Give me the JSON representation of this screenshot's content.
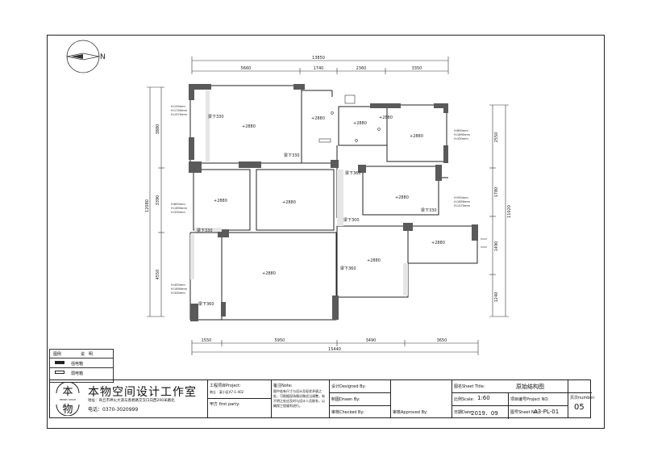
{
  "compass": {
    "label": "N"
  },
  "dimensions": {
    "top_total": "13850",
    "top_segments": [
      "5660",
      "1740",
      "2360",
      "3350"
    ],
    "left_segments": [
      "3880",
      "3390",
      "4550"
    ],
    "left_total": "12080",
    "right_segments": [
      "2550",
      "1780",
      "1490",
      "1240"
    ],
    "right_total": "11020",
    "bottom_segments": [
      "1550",
      "5950",
      "3490",
      "3650"
    ],
    "bottom_total": "15440"
  },
  "beams": [
    "梁下330",
    "梁下330",
    "梁下360",
    "梁下330",
    "梁下330",
    "梁下300",
    "梁下360",
    "梁下360"
  ],
  "ceiling_heights": [
    "+2880",
    "+2880",
    "+2880",
    "+2880",
    "+2880",
    "+2880",
    "+2880",
    "+2880",
    "+2880",
    "+2880",
    "+2880"
  ],
  "window_notes": {
    "w1": [
      "H:150mm",
      "H:1740mm",
      "H:1570mm"
    ],
    "w2": [
      "H:850mm",
      "H:1890mm",
      "H:330mm"
    ],
    "w3": [
      "H:850mm",
      "H:1890mm",
      "H:330mm"
    ],
    "w4": [
      "H:550mm",
      "H:1890mm",
      "H:1570mm"
    ],
    "w5": [
      "H:450mm",
      "H:1890mm",
      "H:330mm"
    ]
  },
  "legend": {
    "header_a": "图例",
    "header_b": "说　明",
    "item1": "强电箱",
    "item2": "弱电箱"
  },
  "studio": {
    "name": "本物空间设计工作室",
    "logo_top": "本",
    "logo_bottom": "物",
    "logo_ring": "BENWU SPACE",
    "address": "地址：商丘市神火大道与香君路交叉口向西200米路北",
    "tel": "电话：0370-3020999"
  },
  "title_block": {
    "project_label": "工程项目Project:",
    "project_value": "商丘 · 某小区A7-1-402",
    "party_label": "甲方 first party:",
    "note_label": "备注Note:",
    "note_text": "图中若有尺寸与设计及现状矛盾之处，可根据现场情况做适当调整，有不明之处应及时与设计人员联系，以确保工程顺利进行。",
    "designed_label": "设计Designed By:",
    "drawn_label": "制图Drawn By:",
    "checked_label": "审核Checked By:",
    "approved_label": "审核Approved By:",
    "sheet_title_label": "图名Sheet Title:",
    "sheet_title_value": "原始结构图",
    "scale_label": "比例Scale:",
    "scale_value": "1:60",
    "project_no_label": "项目编号Project NO:",
    "date_label": "日期Date:",
    "date_value": "2019．09",
    "sheet_no_label": "图号Sheet NO:",
    "sheet_no_value": "A3-PL-01",
    "number_label": "页次number:",
    "number_value": "05"
  }
}
